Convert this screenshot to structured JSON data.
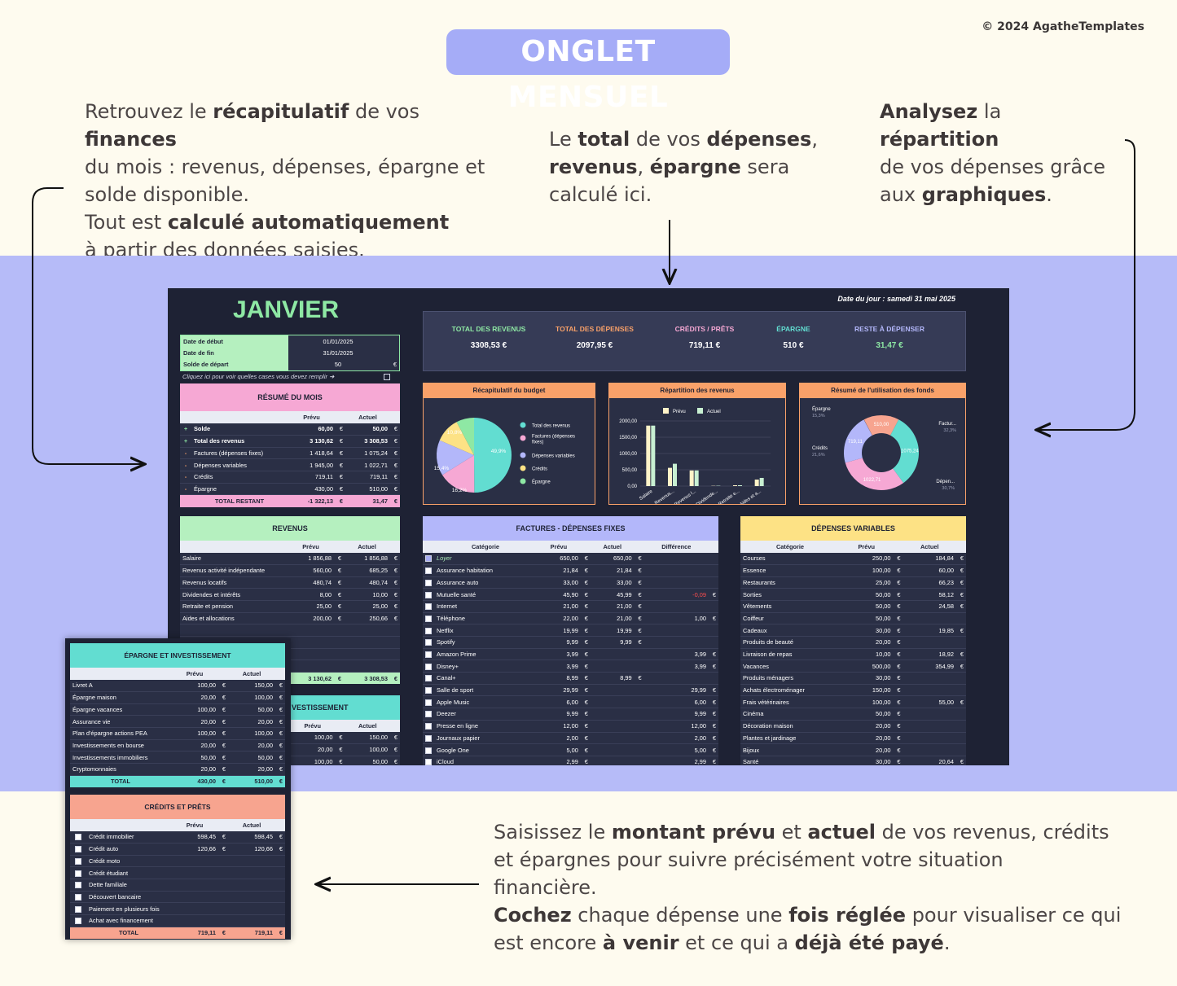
{
  "copyright": "© 2024 AgatheTemplates",
  "title": "ONGLET MENSUEL",
  "annotations": {
    "left": {
      "l1a": "Retrouvez le ",
      "l1b": "récapitulatif",
      "l1c": " de vos ",
      "l1d": "finances",
      "l2": "du mois : revenus, dépenses, épargne et",
      "l3": "solde disponible.",
      "l4a": "Tout est ",
      "l4b": "calculé automatiquement",
      "l5": "à partir des données saisies."
    },
    "middle": {
      "l1a": "Le ",
      "l1b": "total",
      "l1c": " de vos ",
      "l1d": "dépenses",
      "l1e": ",",
      "l2a": "revenus",
      "l2b": ", ",
      "l2c": "épargne",
      "l2d": " sera",
      "l3": "calculé ici."
    },
    "right": {
      "l1a": "Analysez",
      "l1b": " la ",
      "l1c": "répartition",
      "l2": "de vos dépenses grâce",
      "l3a": "aux ",
      "l3b": "graphiques",
      "l3c": "."
    },
    "bottom": {
      "l1a": "Saisissez le ",
      "l1b": "montant prévu",
      "l1c": " et ",
      "l1d": "actuel",
      "l1e": " de vos revenus, crédits",
      "l2": "et épargnes pour suivre précisément votre situation",
      "l3": "financière.",
      "l4a": "Cochez",
      "l4b": " chaque dépense une ",
      "l4c": "fois réglée",
      "l4d": " pour visualiser ce qui",
      "l5a": "est encore ",
      "l5b": "à venir",
      "l5c": " et ce qui a ",
      "l5d": "déjà été payé",
      "l5e": "."
    }
  },
  "sheet": {
    "month": "JANVIER",
    "date_label": "Date du jour :",
    "date_value": "samedi 31 mai 2025",
    "info": [
      {
        "label": "Date de début",
        "value": "01/01/2025",
        "eur": ""
      },
      {
        "label": "Date de fin",
        "value": "31/01/2025",
        "eur": ""
      },
      {
        "label": "Solde de départ",
        "value": "50",
        "eur": "€"
      }
    ],
    "hint": "Cliquez ici pour voir quelles cases vous devez remplir ➜",
    "summary": [
      {
        "label": "TOTAL DES REVENUS",
        "value": "3308,53 €",
        "color": "#8ee8a4"
      },
      {
        "label": "TOTAL DES DÉPENSES",
        "value": "2097,95 €",
        "color": "#f9a169"
      },
      {
        "label": "CRÉDITS / PRÊTS",
        "value": "719,11 €",
        "color": "#f6a8d4"
      },
      {
        "label": "ÉPARGNE",
        "value": "510 €",
        "color": "#62ddd1"
      },
      {
        "label": "RESTE À DÉPENSER",
        "value": "31,47 €",
        "color": "#b3b7fa",
        "value_color": "#8ee8a4"
      }
    ],
    "resume": {
      "title": "RÉSUMÉ DU MOIS",
      "col_prevu": "Prévu",
      "col_actuel": "Actuel",
      "rows": [
        {
          "mark": "+",
          "label": "Solde",
          "prevu": "60,00",
          "actuel": "50,00",
          "bold": true
        },
        {
          "mark": "+",
          "label": "Total des revenus",
          "prevu": "3 130,62",
          "actuel": "3 308,53",
          "bold": true
        },
        {
          "mark": "-",
          "label": "Factures (dépenses fixes)",
          "prevu": "1 418,64",
          "actuel": "1 075,24"
        },
        {
          "mark": "-",
          "label": "Dépenses variables",
          "prevu": "1 945,00",
          "actuel": "1 022,71"
        },
        {
          "mark": "-",
          "label": "Crédits",
          "prevu": "719,11",
          "actuel": "719,11"
        },
        {
          "mark": "-",
          "label": "Épargne",
          "prevu": "430,00",
          "actuel": "510,00"
        }
      ],
      "total_label": "TOTAL RESTANT",
      "total_prevu": "-1 322,13",
      "total_actuel": "31,47",
      "eur": "€"
    },
    "revenus": {
      "title": "REVENUS",
      "col_prevu": "Prévu",
      "col_actuel": "Actuel",
      "rows": [
        {
          "label": "Salaire",
          "prevu": "1 856,88",
          "actuel": "1 856,88"
        },
        {
          "label": "Revenus activité indépendante",
          "prevu": "560,00",
          "actuel": "685,25"
        },
        {
          "label": "Revenus locatifs",
          "prevu": "480,74",
          "actuel": "480,74"
        },
        {
          "label": "Dividendes et intérêts",
          "prevu": "8,00",
          "actuel": "10,00"
        },
        {
          "label": "Retraite et pension",
          "prevu": "25,00",
          "actuel": "25,00"
        },
        {
          "label": "Aides et allocations",
          "prevu": "200,00",
          "actuel": "250,66"
        }
      ],
      "total_prevu": "3 130,62",
      "total_actuel": "3 308,53",
      "eur": "€"
    },
    "invest_fragment": {
      "title": "VESTISSEMENT",
      "col_prevu": "Prévu",
      "col_actuel": "Actuel",
      "rows": [
        {
          "prevu": "100,00",
          "actuel": "150,00"
        },
        {
          "prevu": "20,00",
          "actuel": "100,00"
        },
        {
          "prevu": "100,00",
          "actuel": "50,00"
        }
      ],
      "eur": "€"
    },
    "charts": {
      "budget": {
        "title": "Récapitulatif du budget",
        "legend": [
          "Total des revenus",
          "Factures (dépenses fixes)",
          "Dépenses variables",
          "Crédits",
          "Épargne"
        ],
        "labels": [
          "49,9%",
          "16,2%",
          "15,4%",
          "10,8%"
        ]
      },
      "revenus": {
        "title": "Répartition des revenus",
        "legend": [
          "Prévu",
          "Actuel"
        ],
        "yticks": [
          "2000,00",
          "1500,00",
          "1000,00",
          "500,00",
          "0,00"
        ],
        "xlabels": [
          "Salaire",
          "Revenus...",
          "Revenus l...",
          "Dividende...",
          "Retraite e...",
          "Aides et a..."
        ]
      },
      "fonds": {
        "title": "Résumé de l'utilisation des fonds",
        "labels": [
          {
            "name": "Épargne",
            "pct": "15,3%"
          },
          {
            "name": "Factur...",
            "pct": "32,3%"
          },
          {
            "name": "Crédits",
            "pct": "21,6%"
          },
          {
            "name": "Dépen...",
            "pct": "30,7%"
          }
        ],
        "values": [
          "510,00",
          "1075,24",
          "719,11",
          "1022,71"
        ]
      }
    },
    "factures": {
      "title": "FACTURES - DÉPENSES FIXES",
      "cols": [
        "Catégorie",
        "Prévu",
        "Actuel",
        "Différence"
      ],
      "rows": [
        {
          "checked": true,
          "label": "Loyer",
          "prevu": "650,00",
          "actuel": "650,00",
          "diff": ""
        },
        {
          "label": "Assurance habitation",
          "prevu": "21,84",
          "actuel": "21,84",
          "diff": ""
        },
        {
          "label": "Assurance auto",
          "prevu": "33,00",
          "actuel": "33,00",
          "diff": ""
        },
        {
          "label": "Mutuelle santé",
          "prevu": "45,90",
          "actuel": "45,99",
          "diff": "-0,09",
          "neg": true
        },
        {
          "label": "Internet",
          "prevu": "21,00",
          "actuel": "21,00",
          "diff": ""
        },
        {
          "label": "Téléphone",
          "prevu": "22,00",
          "actuel": "21,00",
          "diff": "1,00"
        },
        {
          "label": "Netflix",
          "prevu": "19,99",
          "actuel": "19,99",
          "diff": ""
        },
        {
          "label": "Spotify",
          "prevu": "9,99",
          "actuel": "9,99",
          "diff": ""
        },
        {
          "label": "Amazon Prime",
          "prevu": "3,99",
          "actuel": "",
          "diff": "3,99"
        },
        {
          "label": "Disney+",
          "prevu": "3,99",
          "actuel": "",
          "diff": "3,99"
        },
        {
          "label": "Canal+",
          "prevu": "8,99",
          "actuel": "8,99",
          "diff": ""
        },
        {
          "label": "Salle de sport",
          "prevu": "29,99",
          "actuel": "",
          "diff": "29,99"
        },
        {
          "label": "Apple Music",
          "prevu": "6,00",
          "actuel": "",
          "diff": "6,00"
        },
        {
          "label": "Deezer",
          "prevu": "9,99",
          "actuel": "",
          "diff": "9,99"
        },
        {
          "label": "Presse en ligne",
          "prevu": "12,00",
          "actuel": "",
          "diff": "12,00"
        },
        {
          "label": "Journaux papier",
          "prevu": "2,00",
          "actuel": "",
          "diff": "2,00"
        },
        {
          "label": "Google One",
          "prevu": "5,00",
          "actuel": "",
          "diff": "5,00"
        },
        {
          "label": "iCloud",
          "prevu": "2,99",
          "actuel": "",
          "diff": "2,99"
        }
      ],
      "eur": "€"
    },
    "variables": {
      "title": "DÉPENSES VARIABLES",
      "cols": [
        "Catégorie",
        "Prévu",
        "Actuel"
      ],
      "rows": [
        {
          "label": "Courses",
          "prevu": "250,00",
          "actuel": "184,84"
        },
        {
          "label": "Essence",
          "prevu": "100,00",
          "actuel": "60,00"
        },
        {
          "label": "Restaurants",
          "prevu": "25,00",
          "actuel": "66,23"
        },
        {
          "label": "Sorties",
          "prevu": "50,00",
          "actuel": "58,12"
        },
        {
          "label": "Vêtements",
          "prevu": "50,00",
          "actuel": "24,58"
        },
        {
          "label": "Coiffeur",
          "prevu": "50,00",
          "actuel": ""
        },
        {
          "label": "Cadeaux",
          "prevu": "30,00",
          "actuel": "19,85"
        },
        {
          "label": "Produits de beauté",
          "prevu": "20,00",
          "actuel": ""
        },
        {
          "label": "Livraison de repas",
          "prevu": "10,00",
          "actuel": "18,92"
        },
        {
          "label": "Vacances",
          "prevu": "500,00",
          "actuel": "354,99"
        },
        {
          "label": "Produits ménagers",
          "prevu": "30,00",
          "actuel": ""
        },
        {
          "label": "Achats électroménager",
          "prevu": "150,00",
          "actuel": ""
        },
        {
          "label": "Frais vétérinaires",
          "prevu": "100,00",
          "actuel": "55,00"
        },
        {
          "label": "Cinéma",
          "prevu": "50,00",
          "actuel": ""
        },
        {
          "label": "Décoration maison",
          "prevu": "20,00",
          "actuel": ""
        },
        {
          "label": "Plantes et jardinage",
          "prevu": "20,00",
          "actuel": ""
        },
        {
          "label": "Bijoux",
          "prevu": "20,00",
          "actuel": ""
        },
        {
          "label": "Santé",
          "prevu": "30,00",
          "actuel": "20,64"
        }
      ],
      "eur": "€"
    }
  },
  "overlay": {
    "epargne": {
      "title": "ÉPARGNE ET INVESTISSEMENT",
      "col_prevu": "Prévu",
      "col_actuel": "Actuel",
      "rows": [
        {
          "label": "Livret A",
          "prevu": "100,00",
          "actuel": "150,00"
        },
        {
          "label": "Épargne maison",
          "prevu": "20,00",
          "actuel": "100,00"
        },
        {
          "label": "Épargne vacances",
          "prevu": "100,00",
          "actuel": "50,00"
        },
        {
          "label": "Assurance vie",
          "prevu": "20,00",
          "actuel": "20,00"
        },
        {
          "label": "Plan d'épargne actions PEA",
          "prevu": "100,00",
          "actuel": "100,00"
        },
        {
          "label": "Investissements en bourse",
          "prevu": "20,00",
          "actuel": "20,00"
        },
        {
          "label": "Investissements immobiliers",
          "prevu": "50,00",
          "actuel": "50,00"
        },
        {
          "label": "Cryptomonnaies",
          "prevu": "20,00",
          "actuel": "20,00"
        }
      ],
      "total_label": "TOTAL",
      "total_prevu": "430,00",
      "total_actuel": "510,00",
      "eur": "€"
    },
    "credits": {
      "title": "CRÉDITS ET PRÊTS",
      "col_prevu": "Prévu",
      "col_actuel": "Actuel",
      "rows": [
        {
          "label": "Crédit immobilier",
          "prevu": "598,45",
          "actuel": "598,45"
        },
        {
          "label": "Crédit auto",
          "prevu": "120,66",
          "actuel": "120,66"
        },
        {
          "label": "Crédit moto",
          "prevu": "",
          "actuel": ""
        },
        {
          "label": "Crédit étudiant",
          "prevu": "",
          "actuel": ""
        },
        {
          "label": "Dette familiale",
          "prevu": "",
          "actuel": ""
        },
        {
          "label": "Découvert bancaire",
          "prevu": "",
          "actuel": ""
        },
        {
          "label": "Paiement en plusieurs fois",
          "prevu": "",
          "actuel": ""
        },
        {
          "label": "Achat avec financement",
          "prevu": "",
          "actuel": ""
        }
      ],
      "total_label": "TOTAL",
      "total_prevu": "719,11",
      "total_actuel": "719,11",
      "eur": "€"
    }
  }
}
